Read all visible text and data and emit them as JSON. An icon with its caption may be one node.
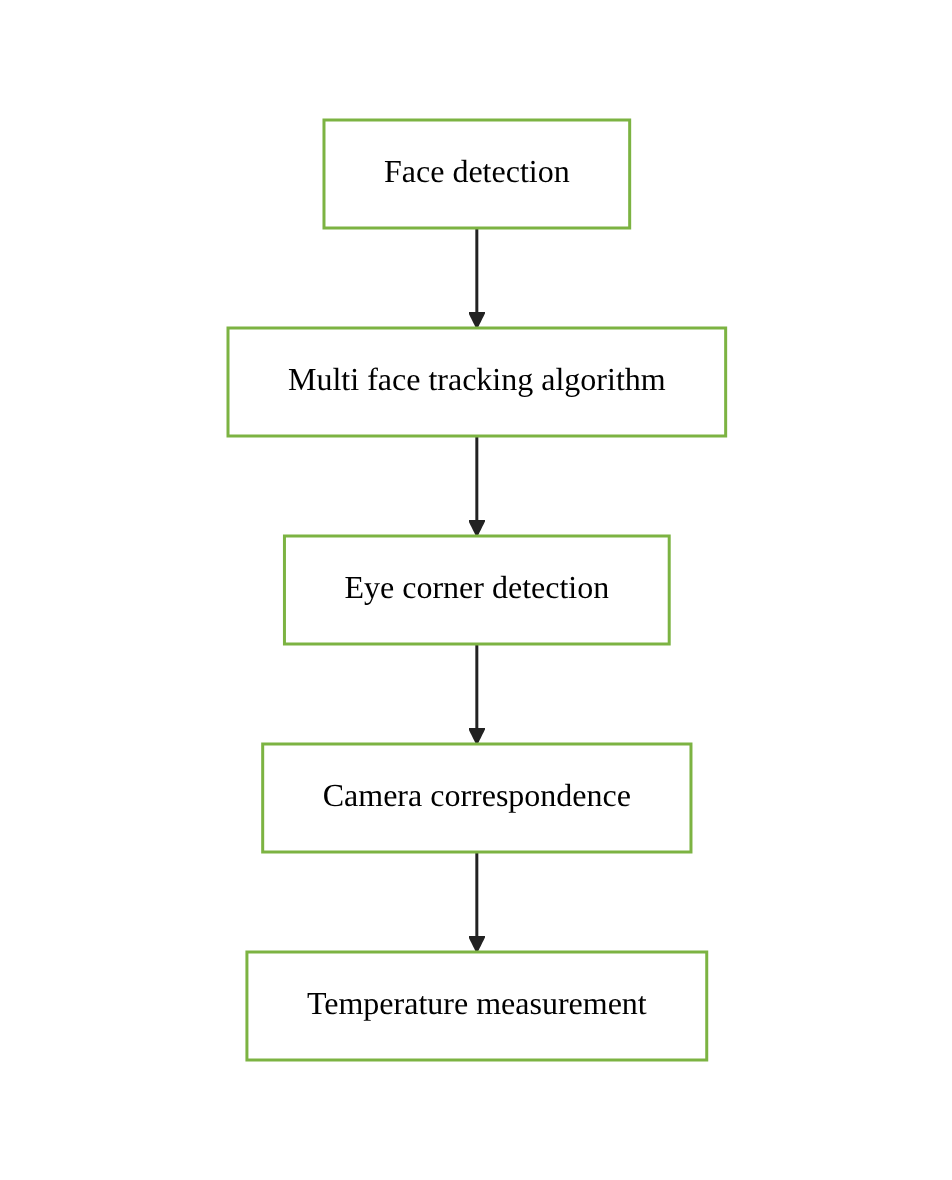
{
  "diagram": {
    "nodes": [
      {
        "text": [
          "Face detection"
        ]
      },
      {
        "text": [
          "Multi face tracking algorithm"
        ]
      },
      {
        "text": [
          "Eye corner detection"
        ]
      },
      {
        "text": [
          "Camera correspondence"
        ]
      },
      {
        "text": [
          "Temperature measurement"
        ]
      }
    ],
    "edges": [
      {
        "from": 0,
        "to": 1,
        "arrow": "to"
      },
      {
        "from": 1,
        "to": 2,
        "arrow": "to"
      },
      {
        "from": 2,
        "to": 3,
        "arrow": "to"
      },
      {
        "from": 3,
        "to": 4,
        "arrow": "to"
      }
    ]
  }
}
